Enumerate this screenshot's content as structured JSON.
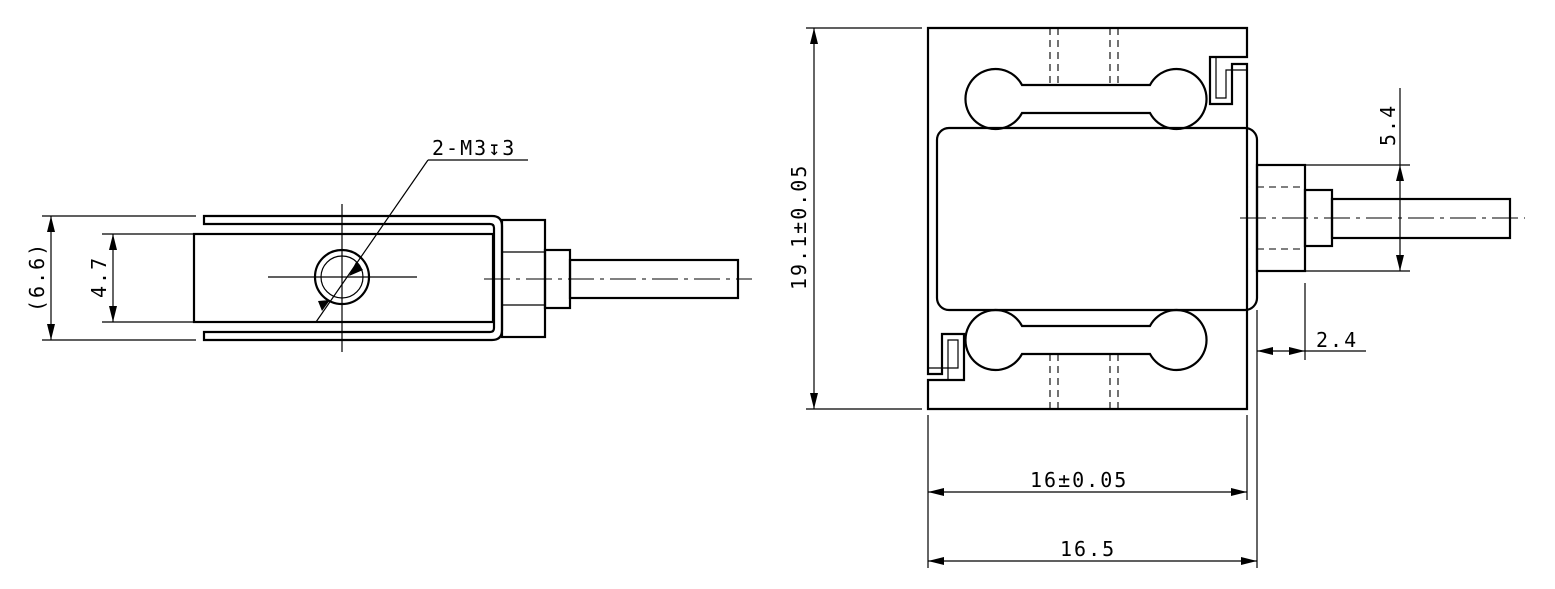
{
  "dimensions": {
    "height_overall": "(6.6)",
    "height_inner": "4.7",
    "thread_callout": "2-M3↧3",
    "body_height": "19.1±0.05",
    "cable_dia": "5.4",
    "fitting_offset": "2.4",
    "body_width": "16±0.05",
    "overall_width": "16.5"
  }
}
